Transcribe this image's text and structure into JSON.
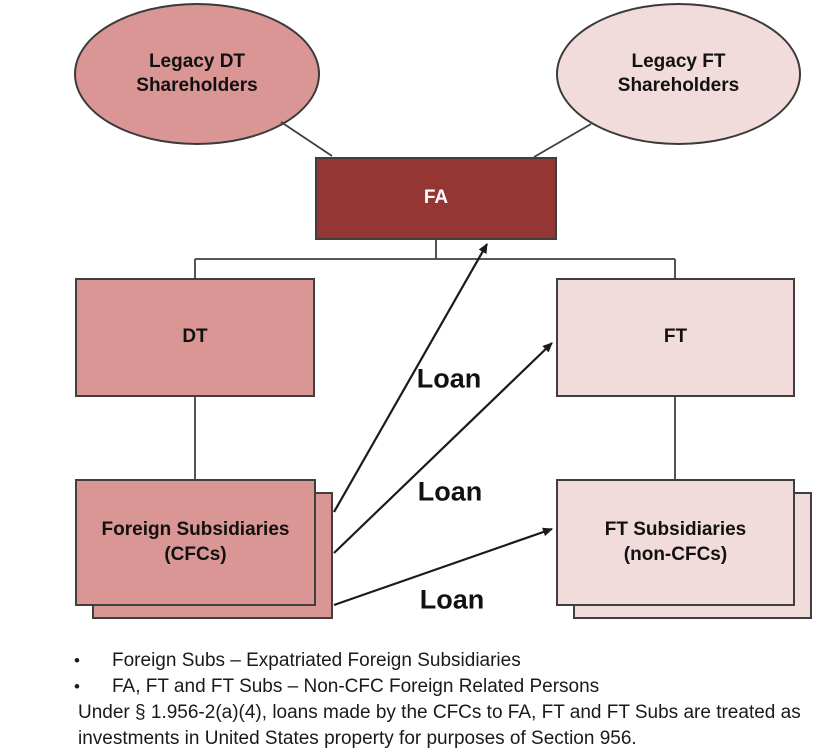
{
  "diagram": {
    "title": "Inversion structure loan diagram",
    "nodes": {
      "legacy_dt_shareholders": {
        "label": "Legacy DT\nShareholders",
        "shape": "ellipse",
        "fill": "#D99694"
      },
      "legacy_ft_shareholders": {
        "label": "Legacy FT\nShareholders",
        "shape": "ellipse",
        "fill": "#F2DCDB"
      },
      "fa": {
        "label": "FA",
        "shape": "rect",
        "fill": "#943634"
      },
      "dt": {
        "label": "DT",
        "shape": "rect",
        "fill": "#D99694"
      },
      "ft": {
        "label": "FT",
        "shape": "rect",
        "fill": "#F2DCDB"
      },
      "foreign_subsidiaries": {
        "label": "Foreign Subsidiaries\n(CFCs)",
        "shape": "stacked-rect",
        "fill": "#D99694"
      },
      "ft_subsidiaries": {
        "label": "FT Subsidiaries\n(non-CFCs)",
        "shape": "stacked-rect",
        "fill": "#F2DCDB"
      }
    },
    "loan_arrows": [
      {
        "label": "Loan",
        "from": "foreign_subsidiaries",
        "to": "fa"
      },
      {
        "label": "Loan",
        "from": "foreign_subsidiaries",
        "to": "ft"
      },
      {
        "label": "Loan",
        "from": "foreign_subsidiaries",
        "to": "ft_subsidiaries"
      }
    ],
    "colors": {
      "medium_pink": "#D99694",
      "pale_pink": "#F2DCDB",
      "dark_red": "#943634",
      "shape_border": "#3F3F3F",
      "connector": "#404040",
      "arrow": "#1A1A1A",
      "fa_text": "#FFFFFF",
      "text": "#111111"
    }
  },
  "footnotes": {
    "bullet_glyph": "•",
    "bullets": [
      "Foreign Subs – Expatriated Foreign Subsidiaries",
      "FA, FT and FT Subs – Non-CFC Foreign Related Persons"
    ],
    "body": "Under § 1.956-2(a)(4), loans made by the CFCs to FA, FT and FT Subs are treated as\ninvestments in United States property for purposes of Section 956."
  }
}
